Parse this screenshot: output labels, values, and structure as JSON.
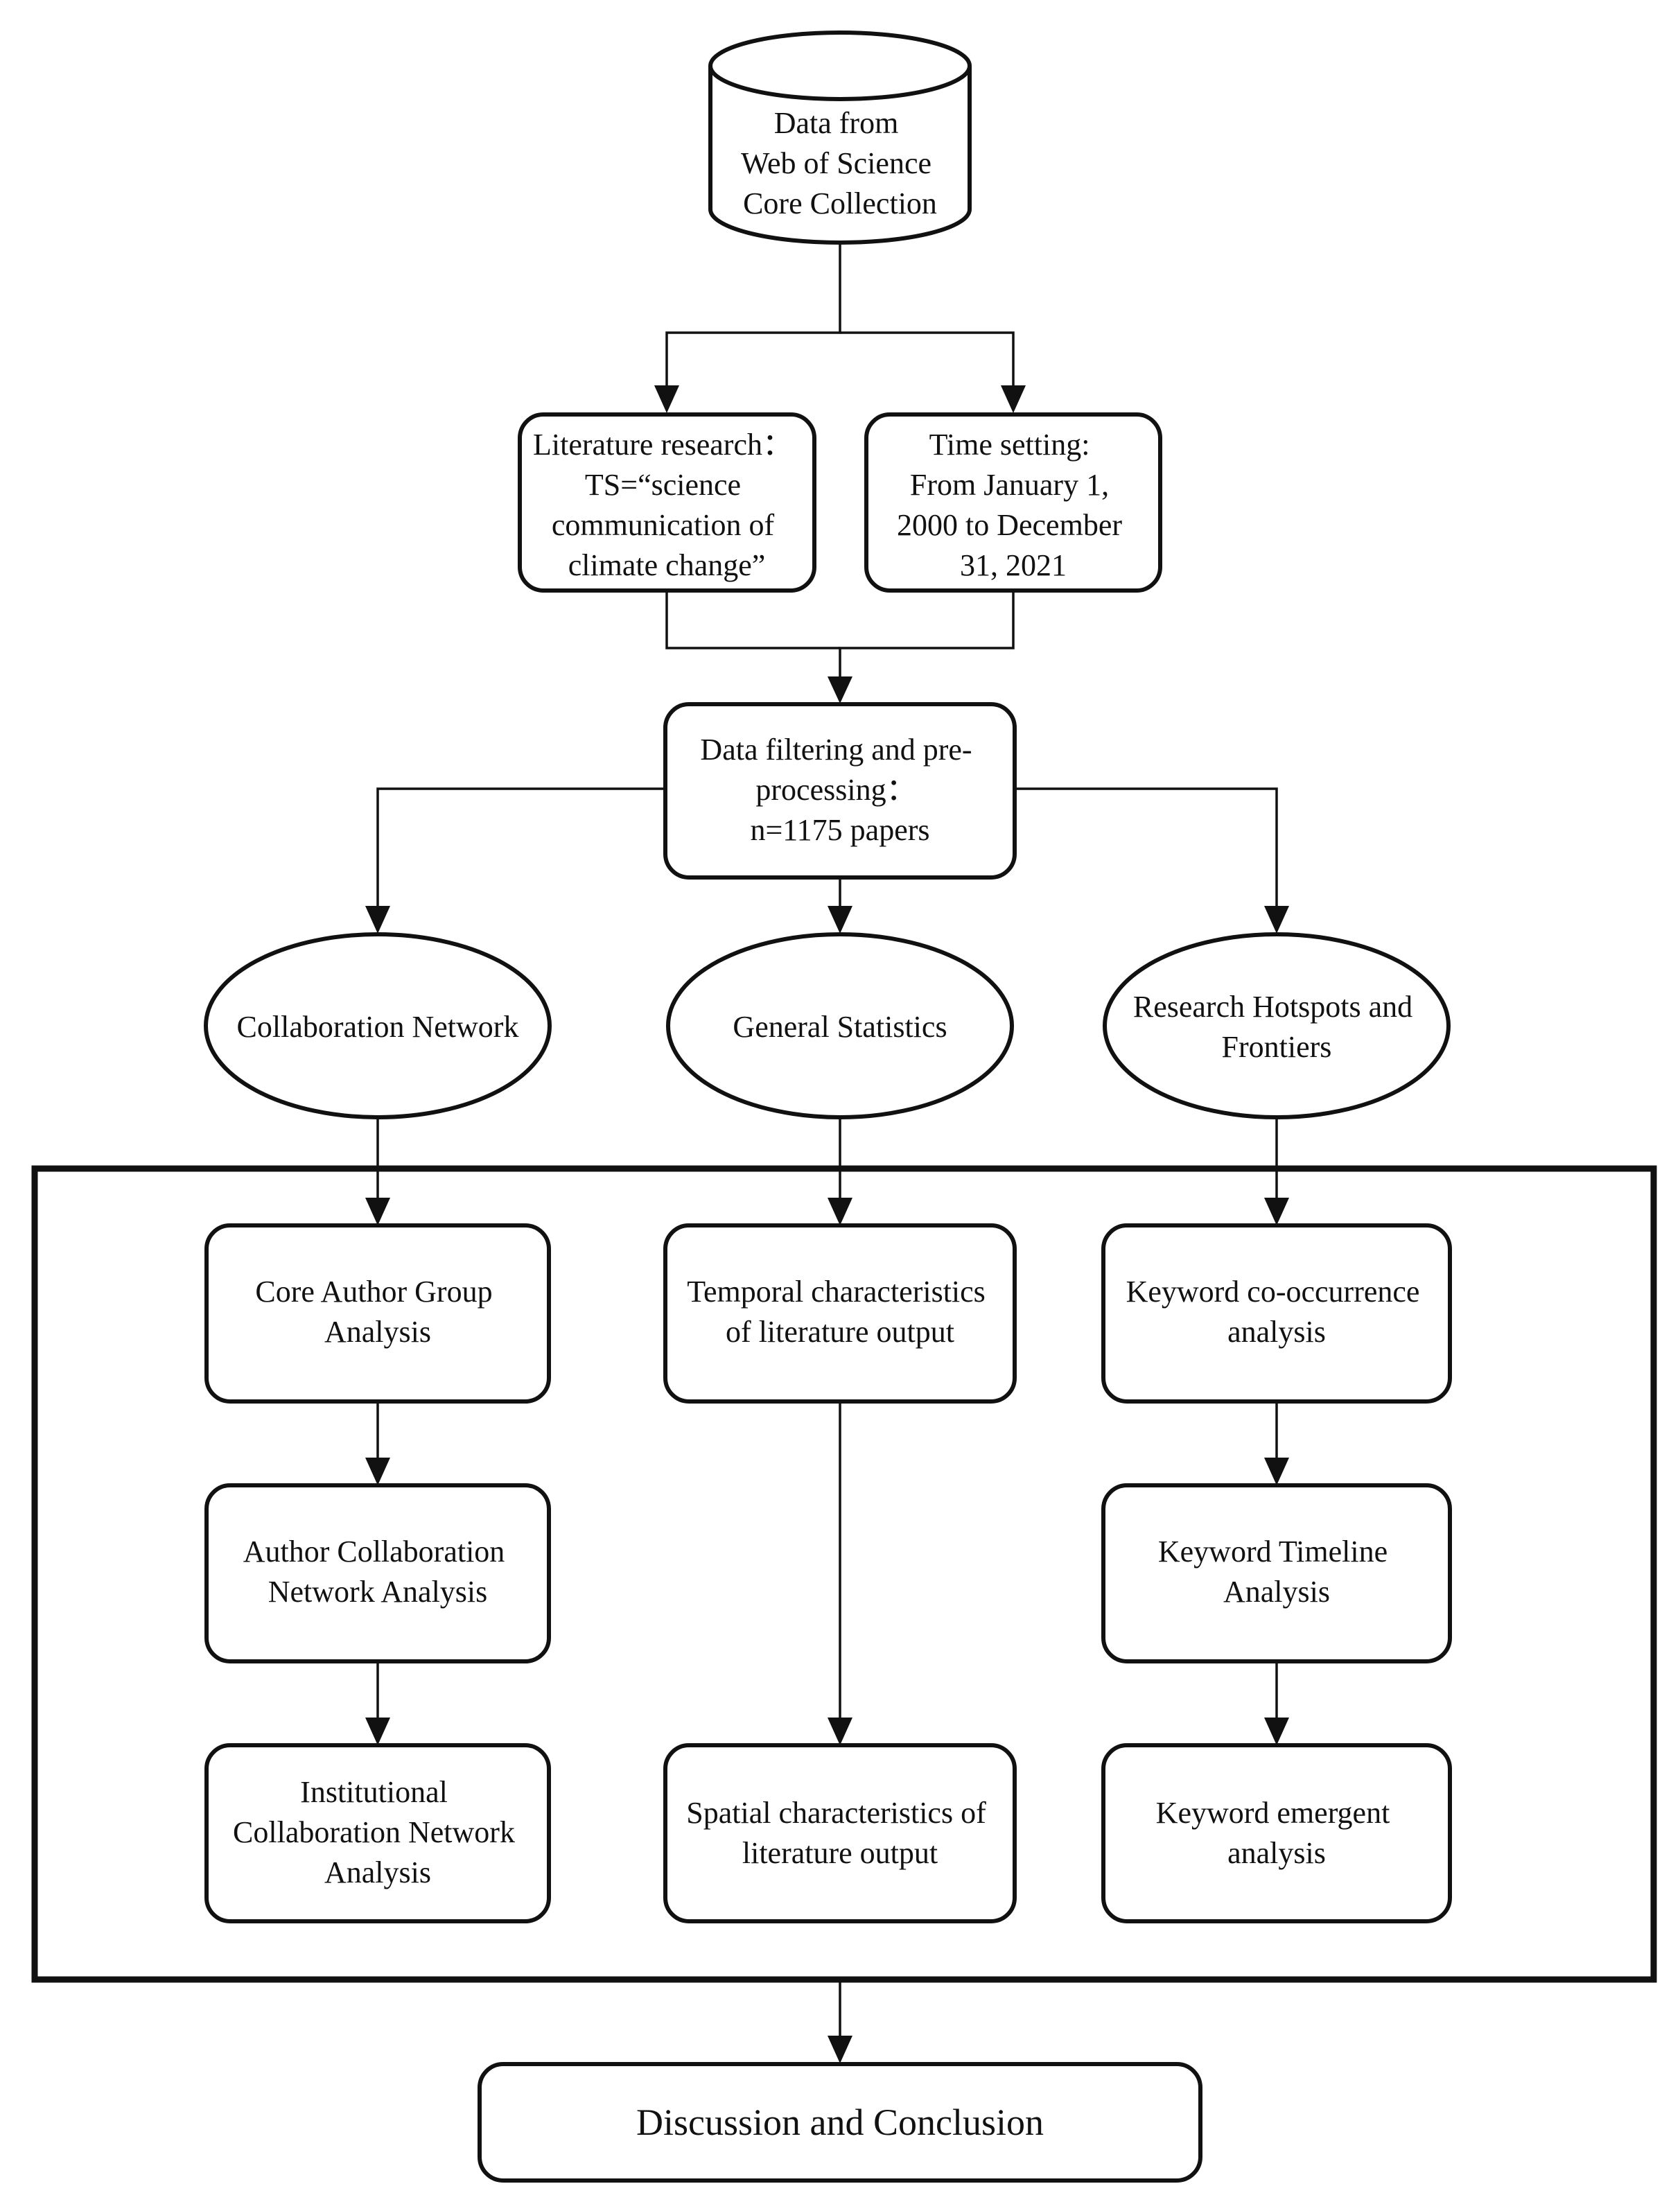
{
  "nodes": {
    "source": {
      "lines": [
        "Data from",
        "Web of Science",
        "Core Collection"
      ]
    },
    "literature": {
      "lines": [
        "Literature research：",
        "TS=“science",
        "communication of",
        "climate change”"
      ]
    },
    "time": {
      "lines": [
        "Time setting:",
        "From January 1,",
        "2000 to December",
        "31, 2021"
      ]
    },
    "filter": {
      "lines": [
        "Data filtering and pre-",
        "processing：",
        "n=1175 papers"
      ]
    },
    "collab": {
      "lines": [
        "Collaboration Network"
      ]
    },
    "general": {
      "lines": [
        "General Statistics"
      ]
    },
    "hotspots": {
      "lines": [
        "Research Hotspots and",
        "Frontiers"
      ]
    },
    "core_author": {
      "lines": [
        "Core Author Group",
        "Analysis"
      ]
    },
    "author_collab": {
      "lines": [
        "Author Collaboration",
        "Network Analysis"
      ]
    },
    "institutional": {
      "lines": [
        "Institutional",
        "Collaboration Network",
        "Analysis"
      ]
    },
    "temporal": {
      "lines": [
        "Temporal characteristics",
        "of literature output"
      ]
    },
    "spatial": {
      "lines": [
        "Spatial characteristics of",
        "literature output"
      ]
    },
    "keyword_cooc": {
      "lines": [
        "Keyword co-occurrence",
        "analysis"
      ]
    },
    "keyword_timeline": {
      "lines": [
        "Keyword Timeline",
        "Analysis"
      ]
    },
    "keyword_emergent": {
      "lines": [
        "Keyword emergent",
        "analysis"
      ]
    },
    "discussion": {
      "lines": [
        "Discussion and Conclusion"
      ]
    }
  },
  "edges": [
    {
      "from": "source",
      "to": "literature"
    },
    {
      "from": "source",
      "to": "time"
    },
    {
      "from": "literature",
      "to": "filter"
    },
    {
      "from": "time",
      "to": "filter"
    },
    {
      "from": "filter",
      "to": "collab"
    },
    {
      "from": "filter",
      "to": "general"
    },
    {
      "from": "filter",
      "to": "hotspots"
    },
    {
      "from": "collab",
      "to": "core_author"
    },
    {
      "from": "general",
      "to": "temporal"
    },
    {
      "from": "hotspots",
      "to": "keyword_cooc"
    },
    {
      "from": "core_author",
      "to": "author_collab"
    },
    {
      "from": "author_collab",
      "to": "institutional"
    },
    {
      "from": "temporal",
      "to": "spatial"
    },
    {
      "from": "keyword_cooc",
      "to": "keyword_timeline"
    },
    {
      "from": "keyword_timeline",
      "to": "keyword_emergent"
    },
    {
      "from": "analysis_frame",
      "to": "discussion"
    }
  ]
}
